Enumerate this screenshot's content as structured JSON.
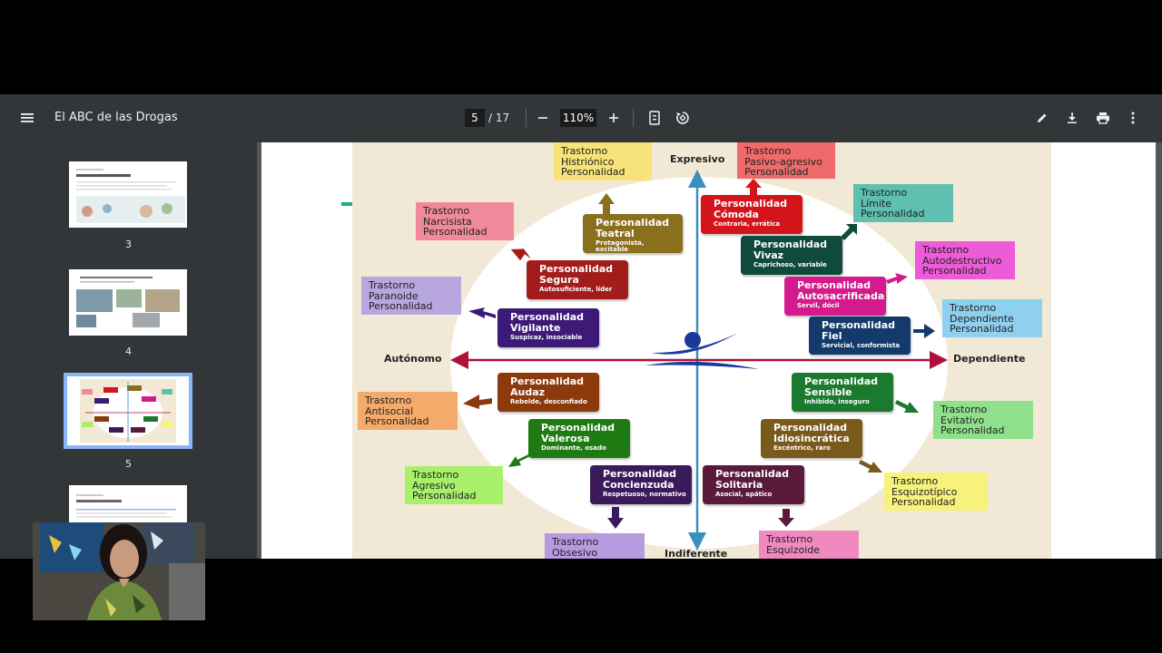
{
  "toolbar": {
    "title": "El ABC de las Drogas",
    "page_current": "5",
    "page_total": "/ 17",
    "zoom": "110%"
  },
  "sidebar": {
    "thumbnails": [
      {
        "num": "3"
      },
      {
        "num": "4"
      },
      {
        "num": "5"
      }
    ]
  },
  "diagram": {
    "axes": {
      "top": "Expresivo",
      "bottom": "Indiferente",
      "left": "Autónomo",
      "right": "Dependiente"
    },
    "personalities": [
      {
        "name": "Personalidad\nTeatral",
        "desc": "Protagonista, excitable",
        "color": "#8a6f1c"
      },
      {
        "name": "Personalidad\nCómoda",
        "desc": "Contraria, errática",
        "color": "#d4141b"
      },
      {
        "name": "Personalidad\nSegura",
        "desc": "Autosuficiente, líder",
        "color": "#a31c1c"
      },
      {
        "name": "Personalidad\nVivaz",
        "desc": "Caprichoso, variable",
        "color": "#0f4a3c"
      },
      {
        "name": "Personalidad\nAutosacrificada",
        "desc": "Servil, dócil",
        "color": "#d41a8c"
      },
      {
        "name": "Personalidad\nVigilante",
        "desc": "Suspicaz, insociable",
        "color": "#3d1a78"
      },
      {
        "name": "Personalidad\nFiel",
        "desc": "Servicial, conformista",
        "color": "#133a6b"
      },
      {
        "name": "Personalidad\nAudaz",
        "desc": "Rebelde, desconfiado",
        "color": "#8c3a0c"
      },
      {
        "name": "Personalidad\nSensible",
        "desc": "Inhibido, inseguro",
        "color": "#1a7a2e"
      },
      {
        "name": "Personalidad\nValerosa",
        "desc": "Dominante, osado",
        "color": "#1e7a12"
      },
      {
        "name": "Personalidad\nIdiosincrática",
        "desc": "Excéntrico, raro",
        "color": "#7a5a1a"
      },
      {
        "name": "Personalidad\nConcienzuda",
        "desc": "Respetuoso, normativo",
        "color": "#3b1a5c"
      },
      {
        "name": "Personalidad\nSolitaria",
        "desc": "Asocial, apático",
        "color": "#5a1a3c"
      }
    ],
    "disorders": [
      {
        "text": "Trastorno\nHistriónico\nPersonalidad",
        "color": "#f7e37a"
      },
      {
        "text": "Trastorno\nPasivo-agresivo\nPersonalidad",
        "color": "#ef6b6b"
      },
      {
        "text": "Trastorno\nNarcisista\nPersonalidad",
        "color": "#f08a9a"
      },
      {
        "text": "Trastorno\nLímite\nPersonalidad",
        "color": "#5fbfb0"
      },
      {
        "text": "Trastorno\nAutodestructivo\nPersonalidad",
        "color": "#ee5bd8"
      },
      {
        "text": "Trastorno\nParanoide\nPersonalidad",
        "color": "#b8a6df"
      },
      {
        "text": "Trastorno\nDependiente\nPersonalidad",
        "color": "#8fd0ef"
      },
      {
        "text": "Trastorno\nAntisocial\nPersonalidad",
        "color": "#f4aa6a"
      },
      {
        "text": "Trastorno\nEvitativo\nPersonalidad",
        "color": "#8fe08a"
      },
      {
        "text": "Trastorno\nAgresivo\nPersonalidad",
        "color": "#a8f06a"
      },
      {
        "text": "Trastorno\nEsquizotípico\nPersonalidad",
        "color": "#f6f27a"
      },
      {
        "text": "Trastorno\nObsesivo",
        "color": "#b89ae0"
      },
      {
        "text": "Trastorno\nEsquizoide",
        "color": "#ef8ac0"
      }
    ]
  }
}
